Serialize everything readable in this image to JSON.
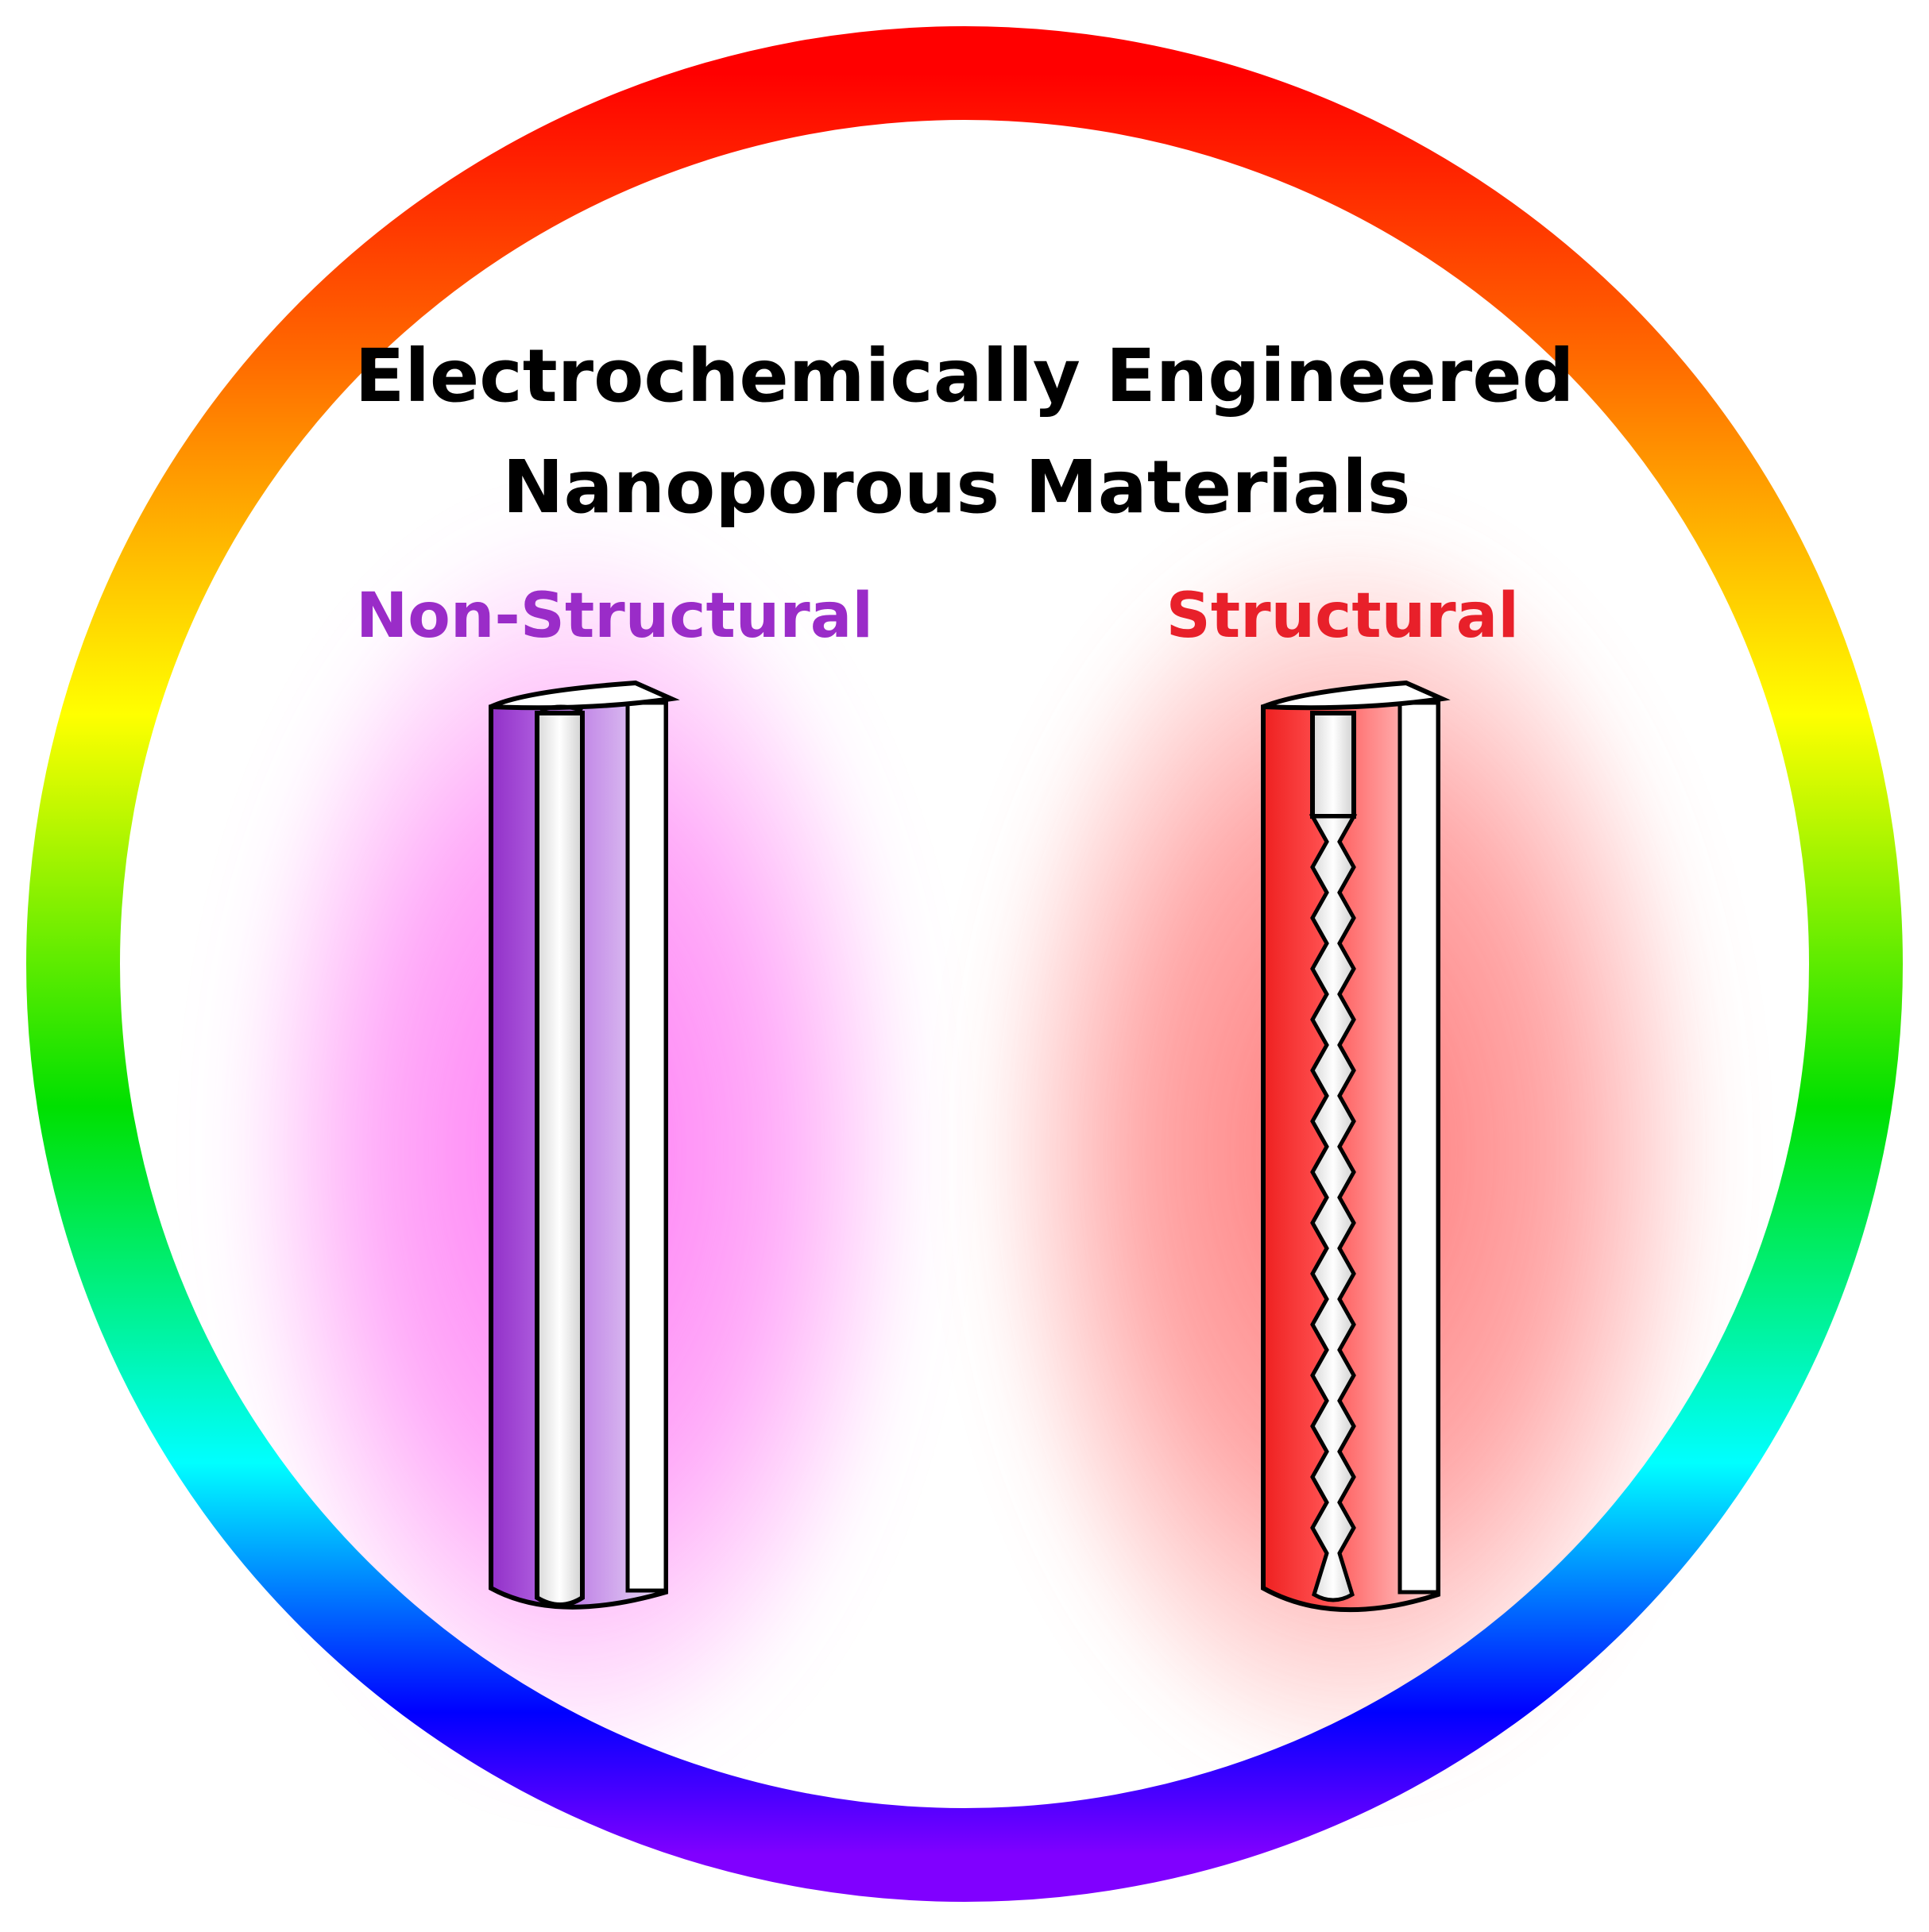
{
  "title": {
    "line1": "Electrochemically Engineered",
    "line2": "Nanoporous Materials"
  },
  "panels": [
    {
      "label": "Non-Structural",
      "color": "#9a2cc8",
      "glow": "#ff7cf5",
      "fill": "#a040d0"
    },
    {
      "label": "Structural",
      "color": "#e8202a",
      "glow": "#ff7a7a",
      "fill": "#f0262a"
    }
  ],
  "ring": {
    "colors": [
      "#ff0000",
      "#ff6a00",
      "#ffff00",
      "#00e000",
      "#00ffff",
      "#0000ff",
      "#8000ff"
    ]
  }
}
